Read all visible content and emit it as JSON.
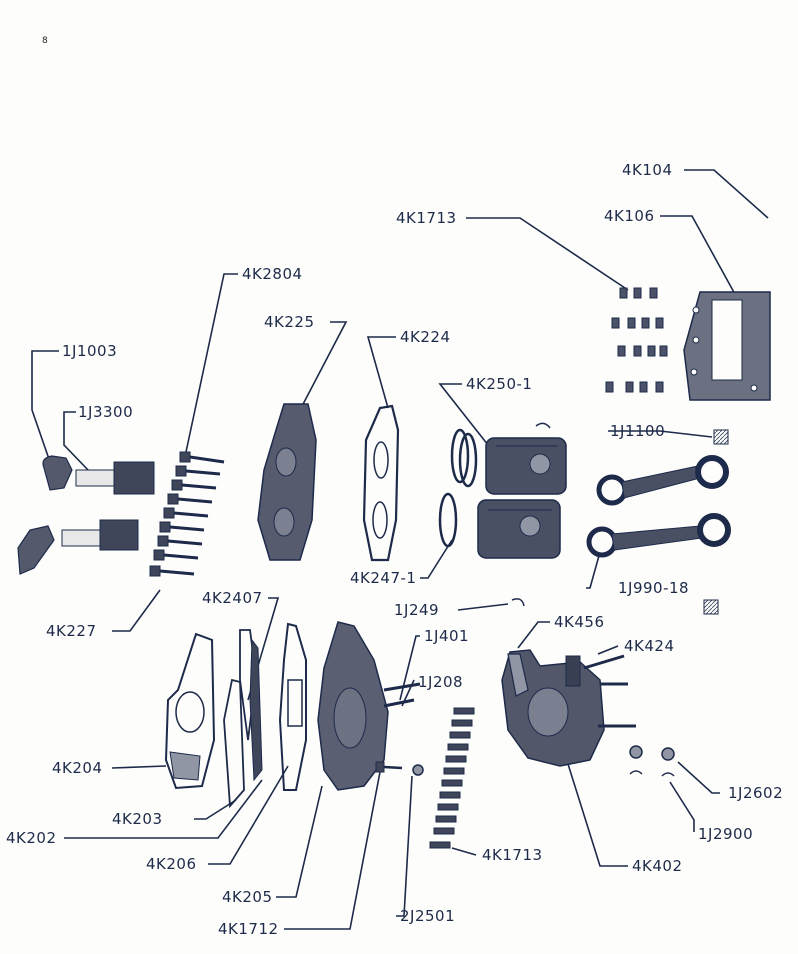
{
  "page_number": "8",
  "labels": {
    "4K104": "4K104",
    "4K106": "4K106",
    "4K1713_top": "4K1713",
    "4K2804": "4K2804",
    "4K225": "4K225",
    "4K224": "4K224",
    "4K250-1": "4K250-1",
    "1J1003": "1J1003",
    "1J3300": "1J3300",
    "1J1100": "1J1100",
    "4K247-1": "4K247-1",
    "1J990-18": "1J990-18",
    "4K227": "4K227",
    "4K2407": "4K2407",
    "1J249": "1J249",
    "4K456": "4K456",
    "1J401": "1J401",
    "4K424": "4K424",
    "1J208": "1J208",
    "4K204": "4K204",
    "1J2602": "1J2602",
    "4K203": "4K203",
    "1J2900": "1J2900",
    "4K202": "4K202",
    "4K1713_bottom": "4K1713",
    "4K206": "4K206",
    "4K402": "4K402",
    "4K205": "4K205",
    "2J2501": "2J2501",
    "4K1712": "4K1712"
  }
}
